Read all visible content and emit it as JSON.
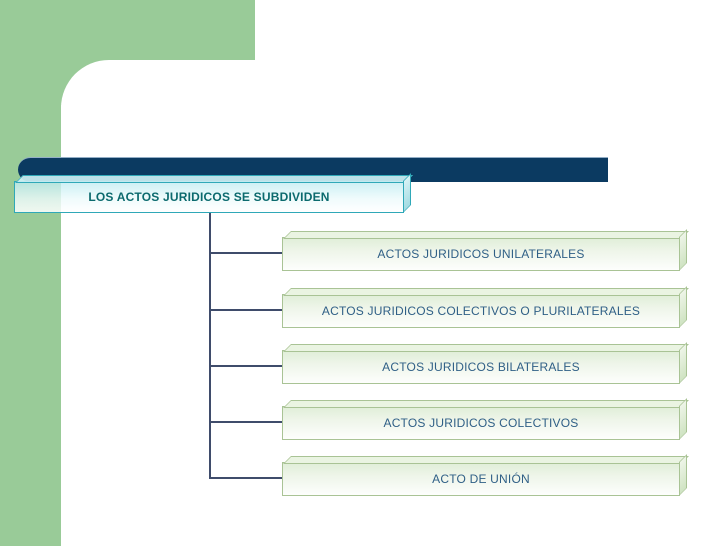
{
  "slide": {
    "heading": {
      "label": "LOS ACTOS JURIDICOS SE SUBDIVIDEN"
    },
    "diagram": {
      "nodes": [
        {
          "label": "ACTOS JURIDICOS UNILATERALES"
        },
        {
          "label": "ACTOS JURIDICOS COLECTIVOS O PLURILATERALES"
        },
        {
          "label": "ACTOS JURIDICOS BILATERALES"
        },
        {
          "label": "ACTOS JURIDICOS COLECTIVOS"
        },
        {
          "label": "ACTO DE UNIÓN"
        }
      ]
    }
  },
  "colors": {
    "green_bg": "#99CB98",
    "navy_bar": "#0B3A61",
    "heading_border": "#2FA8B8",
    "heading_text": "#0B6A6E",
    "node_border": "#A9C395",
    "node_text": "#2F5F86",
    "connector": "#3F4C6B"
  }
}
